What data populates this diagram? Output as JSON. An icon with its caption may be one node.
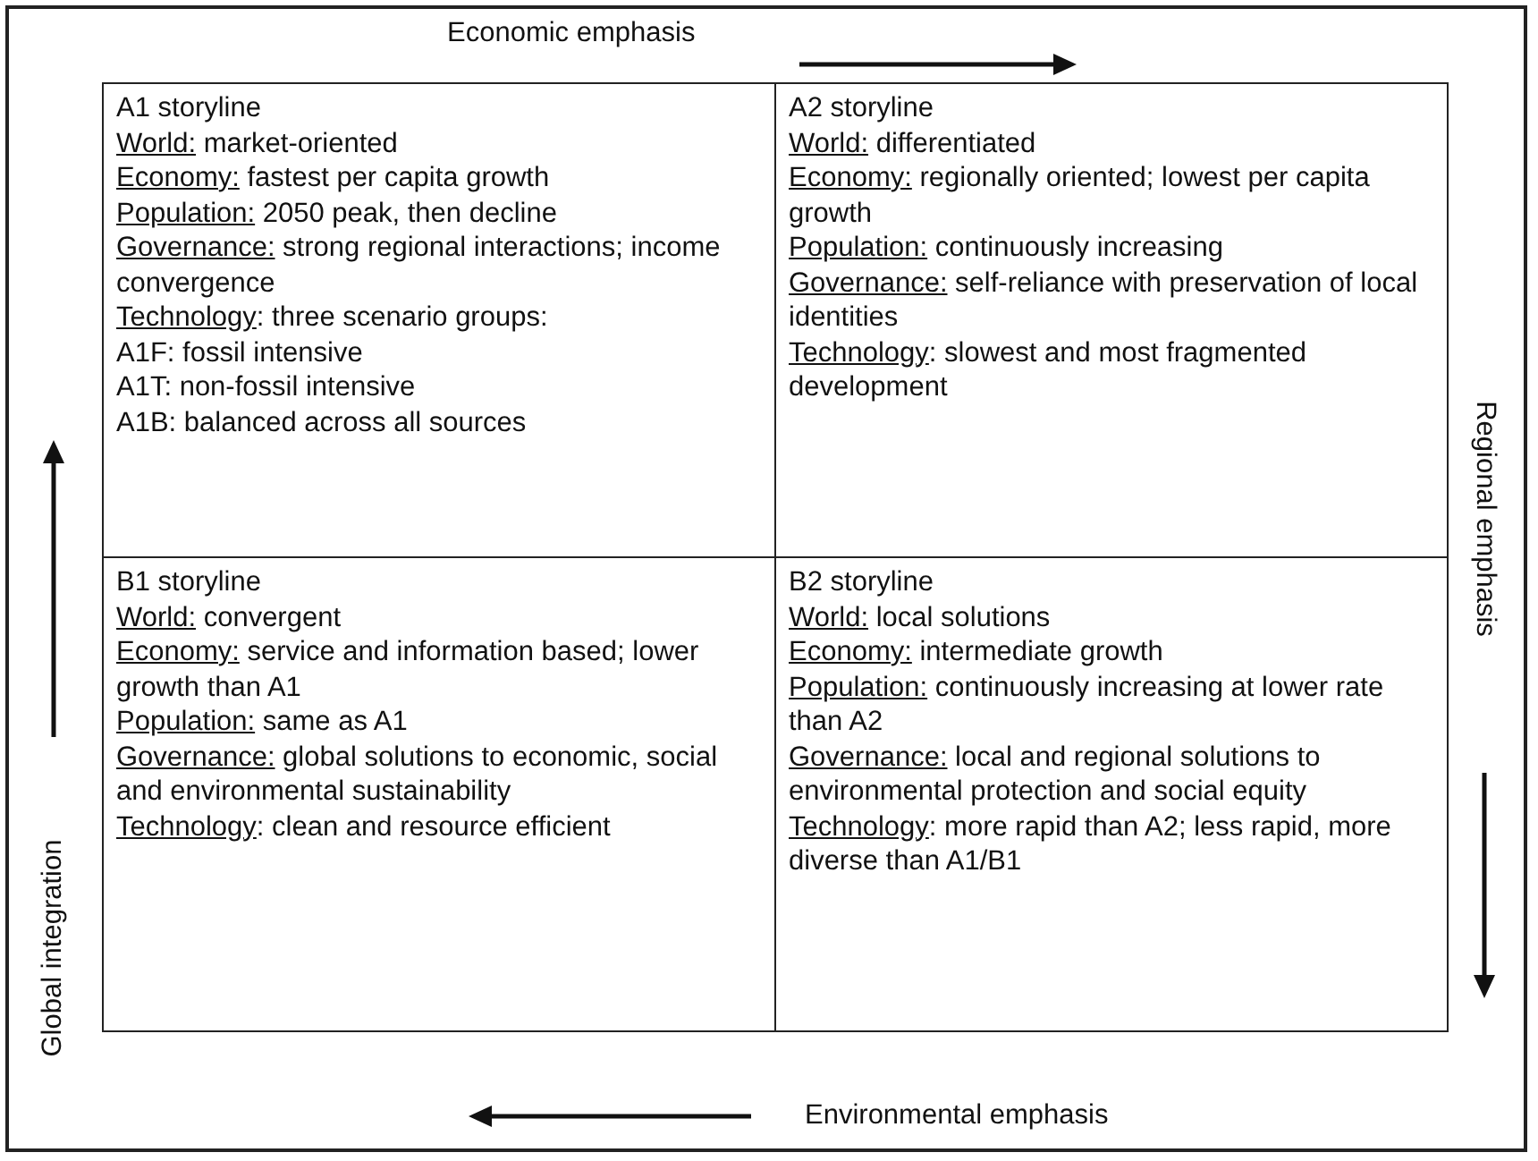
{
  "diagram": {
    "nodes": [
      {
        "text": [
          "A1 storyline",
          "World: market-oriented",
          "Economy: fastest per capita growth",
          "Population: 2050 peak, then decline",
          "Governance: strong regional interactions; income convergence",
          "Technology: three scenario groups:",
          "A1F: fossil intensive",
          "A1T: non-fossil intensive",
          "A1B: balanced across all sources"
        ]
      },
      {
        "text": [
          "A2 storyline",
          "World: differentiated",
          "Economy: regionally oriented; lowest per capita growth",
          "Population: continuously increasing",
          "Governance: self-reliance with preservation of local identities",
          "Technology: slowest and most fragmented development"
        ]
      },
      {
        "text": [
          "B1 storyline",
          "World: convergent",
          "Economy: service and information based; lower growth than A1",
          "Population: same as A1",
          "Governance: global solutions to economic, social and environmental sustainability",
          "Technology: clean and resource efficient"
        ]
      },
      {
        "text": [
          "B2 storyline",
          "World: local solutions",
          "Economy: intermediate growth",
          "Population: continuously increasing at lower rate than A2",
          "Governance: local and regional solutions to environmental protection and social equity",
          "Technology: more rapid than A2; less rapid, more diverse than A1/B1"
        ]
      }
    ],
    "labels": [
      "Economic emphasis",
      "Regional emphasis",
      "Global integration",
      "Environmental emphasis"
    ]
  }
}
